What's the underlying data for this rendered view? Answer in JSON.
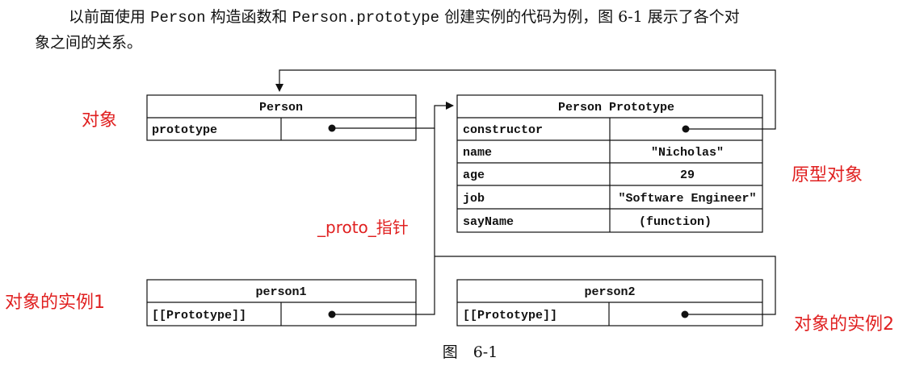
{
  "intro": {
    "p1": "以前面使用",
    "c1": "Person",
    "p2": "构造函数和",
    "c2": "Person.prototype",
    "p3": "创建实例的代码为例，图 6-1 展示了各个对",
    "line2": "象之间的关系。"
  },
  "person": {
    "title": "Person",
    "rows": [
      {
        "label": "prototype"
      }
    ]
  },
  "prototype": {
    "title": "Person Prototype",
    "rows": [
      {
        "label": "constructor",
        "value": ""
      },
      {
        "label": "name",
        "value": "\"Nicholas\""
      },
      {
        "label": "age",
        "value": "29"
      },
      {
        "label": "job",
        "value": "\"Software Engineer\""
      },
      {
        "label": "sayName",
        "value": "(function)"
      }
    ]
  },
  "person1": {
    "title": "person1",
    "rows": [
      {
        "label": "[[Prototype]]"
      }
    ]
  },
  "person2": {
    "title": "person2",
    "rows": [
      {
        "label": "[[Prototype]]"
      }
    ]
  },
  "annotations": {
    "object": "对象",
    "prototype_object": "原型对象",
    "proto_pointer": "_proto_指针",
    "instance1": "对象的实例1",
    "instance2": "对象的实例2"
  },
  "caption": "图　6-1",
  "colors": {
    "annotation": "#e02020",
    "line": "#111111"
  }
}
